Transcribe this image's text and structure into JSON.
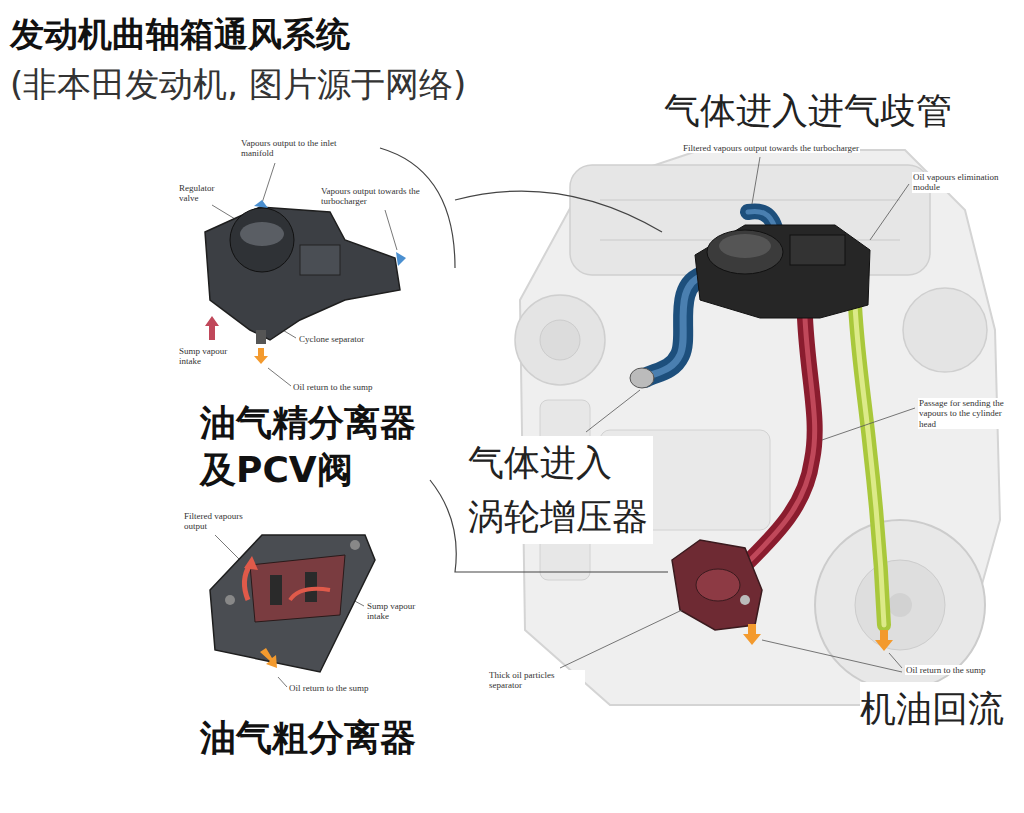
{
  "diagram": {
    "title": "发动机曲轴箱通风系统",
    "nodes": [
      {
        "text": [
          "油气精分离器 及PCV阀"
        ]
      },
      {
        "text": [
          "油气粗分离器"
        ]
      }
    ],
    "labels": [
      "(非本田发动机, 图片源于网络)",
      "气体进入进气歧管",
      "气体进入 涡轮增压器",
      "机油回流",
      "Vapours output to the inlet manifold",
      "Regulator valve",
      "Vapours output towards the turbocharger",
      "Cyclone separator",
      "Sump vapour intake",
      "Oil return to the sump",
      "Filtered vapours output",
      "Sump vapour intake",
      "Oil return to the sump",
      "Filtered vapours output towards the turbocharger",
      "Oil vapours elimination module",
      "Passage for sending the vapours to the cylinder head",
      "Thick oil particles separator",
      "Oil return to the sump"
    ]
  }
}
